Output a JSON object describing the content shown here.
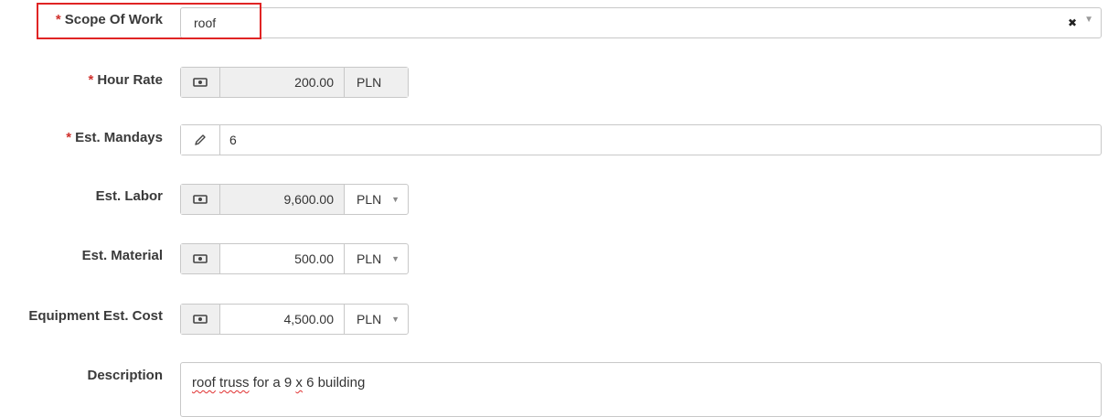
{
  "form": {
    "scope_of_work": {
      "label": "Scope Of Work",
      "required_mark": "*",
      "value": "roof",
      "clear_icon": "close-icon",
      "dropdown_icon": "caret-down-icon"
    },
    "hour_rate": {
      "label": "Hour Rate",
      "required_mark": "*",
      "value": "200.00",
      "currency": "PLN",
      "icon": "money-icon"
    },
    "est_mandays": {
      "label": "Est. Mandays",
      "required_mark": "*",
      "value": "6",
      "icon": "pencil-icon"
    },
    "est_labor": {
      "label": "Est. Labor",
      "value": "9,600.00",
      "currency": "PLN",
      "icon": "money-icon"
    },
    "est_material": {
      "label": "Est. Material",
      "value": "500.00",
      "currency": "PLN",
      "icon": "money-icon"
    },
    "equipment_est_cost": {
      "label": "Equipment Est. Cost",
      "value": "4,500.00",
      "currency": "PLN",
      "icon": "money-icon"
    },
    "description": {
      "label": "Description",
      "value_parts": [
        "roof",
        " ",
        "truss",
        " for a 9 ",
        "x",
        " 6 building"
      ]
    }
  },
  "colors": {
    "required": "#d0312d",
    "highlight": "#e02424",
    "border": "#c8c8c8",
    "addon_bg": "#efefef"
  }
}
